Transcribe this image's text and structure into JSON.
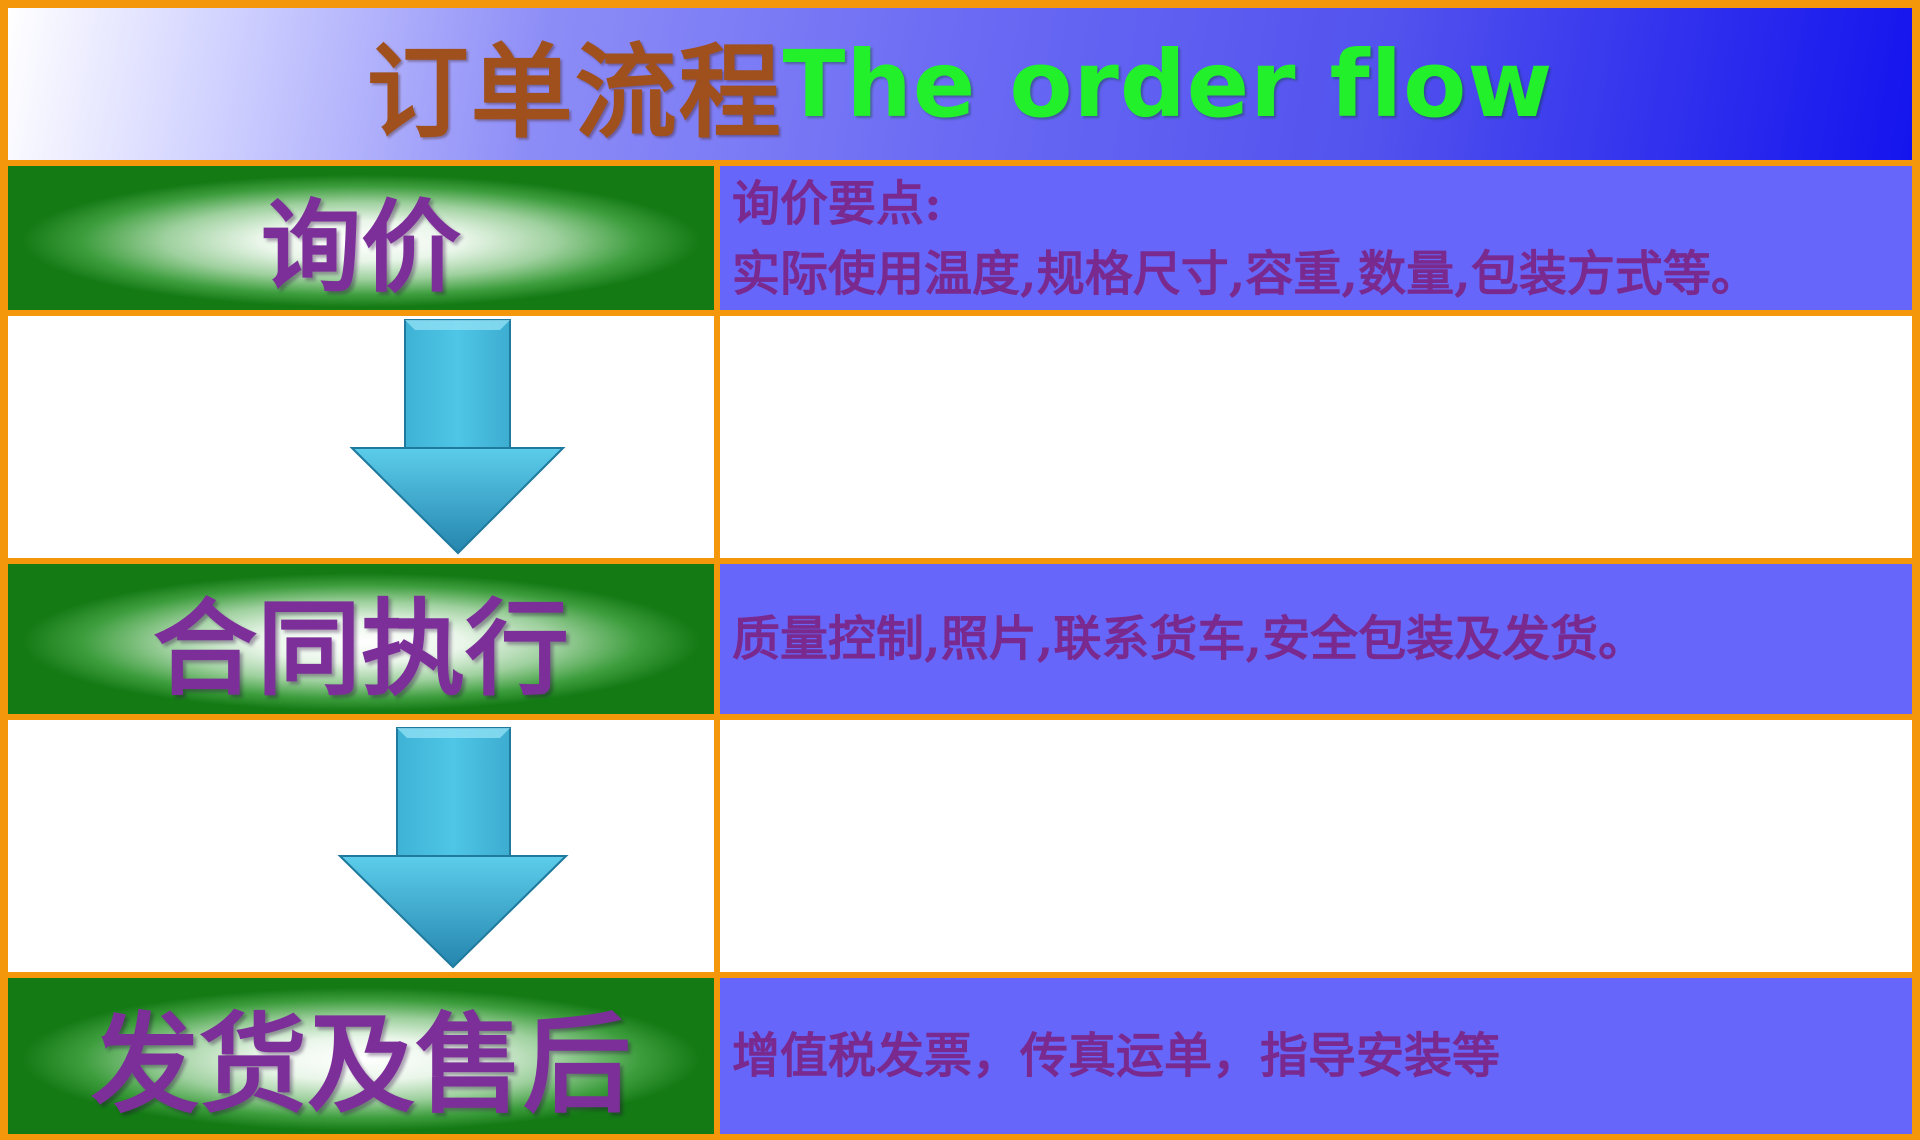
{
  "header": {
    "title_zh": "订单流程",
    "title_en": "The order flow"
  },
  "steps": [
    {
      "stage": "询价",
      "details": [
        "询价要点:",
        "实际使用温度,规格尺寸,容重,数量,包装方式等。"
      ]
    },
    {
      "stage": "合同执行",
      "details": [
        "质量控制,照片,联系货车,安全包装及发货。"
      ]
    },
    {
      "stage": "发货及售后",
      "details": [
        "增值税发票，传真运单，指导安装等"
      ]
    }
  ],
  "colors": {
    "border": "#F5970B",
    "title_zh": "#A0501C",
    "title_en": "#22F02A",
    "stage_text": "#7C2E99",
    "detail_bg": "#6666FA",
    "detail_text": "#7A2A8E",
    "arrow": "#3EB6D8"
  },
  "icons": [
    "down-arrow-icon",
    "down-arrow-icon"
  ]
}
